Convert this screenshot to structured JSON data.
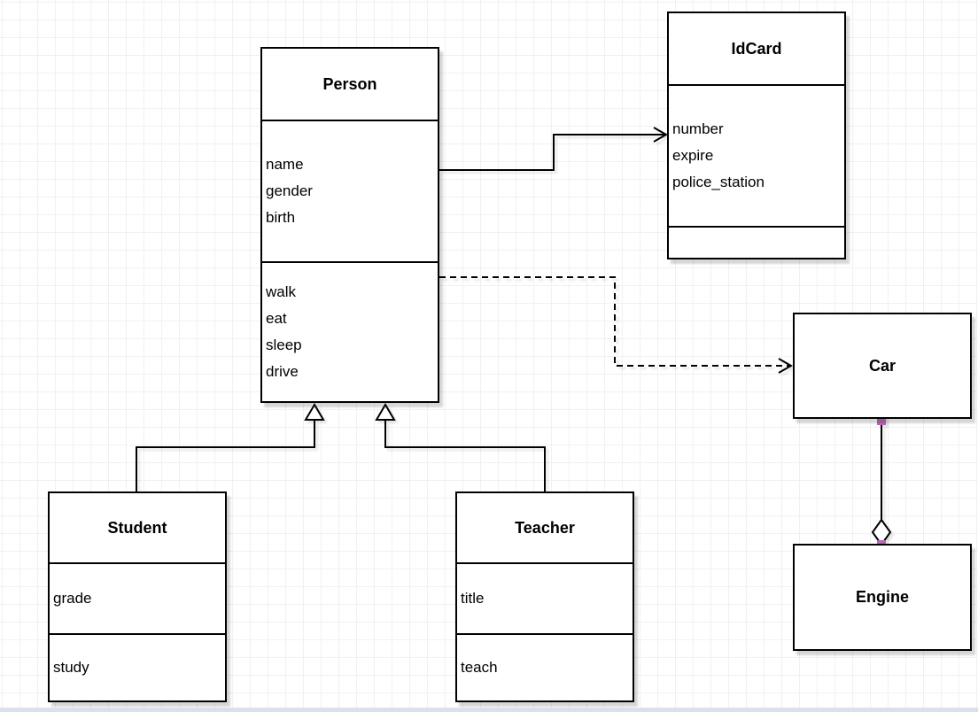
{
  "diagram": {
    "classes": {
      "person": {
        "name": "Person",
        "attributes": [
          "name",
          "gender",
          "birth"
        ],
        "methods": [
          "walk",
          "eat",
          "sleep",
          "drive"
        ]
      },
      "idcard": {
        "name": "IdCard",
        "attributes": [
          "number",
          "expire",
          "police_station"
        ],
        "methods": []
      },
      "car": {
        "name": "Car"
      },
      "engine": {
        "name": "Engine"
      },
      "student": {
        "name": "Student",
        "attributes": [
          "grade"
        ],
        "methods": [
          "study"
        ]
      },
      "teacher": {
        "name": "Teacher",
        "attributes": [
          "title"
        ],
        "methods": [
          "teach"
        ]
      }
    },
    "relationships": [
      {
        "from": "Person",
        "to": "IdCard",
        "type": "association",
        "line": "solid",
        "arrowhead": "open"
      },
      {
        "from": "Person",
        "to": "Car",
        "type": "dependency",
        "line": "dashed",
        "arrowhead": "open"
      },
      {
        "from": "Student",
        "to": "Person",
        "type": "generalization",
        "line": "solid",
        "arrowhead": "hollow-triangle"
      },
      {
        "from": "Teacher",
        "to": "Person",
        "type": "generalization",
        "line": "solid",
        "arrowhead": "hollow-triangle"
      },
      {
        "from": "Car",
        "to": "Engine",
        "type": "aggregation",
        "line": "solid",
        "arrowhead": "hollow-diamond"
      }
    ],
    "colors": {
      "canvas_bg": "#ffffff",
      "grid_line": "#f1f1f1",
      "shape_fill": "#ffffff",
      "shape_stroke": "#000000",
      "selection_handle": "#b76ab8",
      "window_bottom_edge": "#dbe1ea"
    }
  }
}
